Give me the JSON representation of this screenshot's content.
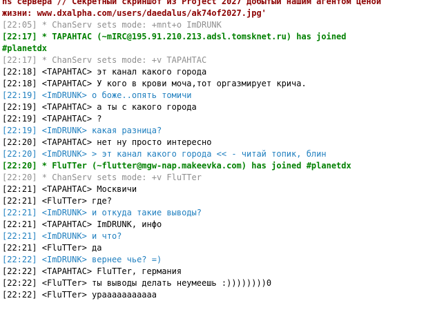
{
  "lines": [
    {
      "text": "ns сервера // Секретный скриншот из Project 2027 добытый нашим агентом ценой",
      "kind": "topic"
    },
    {
      "text": "жизни: www.dxalpha.com/users/daedalus/ak74of2027.jpg'",
      "kind": "topic"
    },
    {
      "text": "[22:05] * ChanServ sets mode: +mnt+o ImDRUNK",
      "kind": "mode"
    },
    {
      "text": "[22:17] * TAPAHTAC (~mIRC@195.91.210.213.adsl.tomsknet.ru) has joined",
      "kind": "join"
    },
    {
      "text": "#planetdx",
      "kind": "join"
    },
    {
      "text": "[22:17] * ChanServ sets mode: +v TAPAHTAC",
      "kind": "mode"
    },
    {
      "text": "[22:18] <TAPAHTAC> эт канал какого города",
      "kind": "normal"
    },
    {
      "text": "[22:18] <TAPAHTAC> У кого в крови моча,тот оргазмирует крича.",
      "kind": "normal"
    },
    {
      "text": "[22:19] <ImDRUNK> о боже..опять томичи",
      "kind": "blue"
    },
    {
      "text": "[22:19] <TAPAHTAC> а ты с какого города",
      "kind": "normal"
    },
    {
      "text": "[22:19] <TAPAHTAC> ?",
      "kind": "normal"
    },
    {
      "text": "[22:19] <ImDRUNK> какая разница?",
      "kind": "blue"
    },
    {
      "text": "[22:20] <TAPAHTAC> нет ну просто интересно",
      "kind": "normal"
    },
    {
      "text": "[22:20] <ImDRUNK> > эт канал какого города << - читай топик, блин",
      "kind": "blue"
    },
    {
      "text": "[22:20] * FluTTer (~flutter@mgw-nap.makeevka.com) has joined #planetdx",
      "kind": "join"
    },
    {
      "text": "[22:20] * ChanServ sets mode: +v FluTTer",
      "kind": "mode"
    },
    {
      "text": "[22:21] <TAPAHTAC> Москвичи",
      "kind": "normal"
    },
    {
      "text": "[22:21] <FluTTer> где?",
      "kind": "normal"
    },
    {
      "text": "[22:21] <ImDRUNK> и откуда такие выводы?",
      "kind": "blue"
    },
    {
      "text": "[22:21] <TAPAHTAC> ImDRUNK, инфо",
      "kind": "normal"
    },
    {
      "text": "[22:21] <ImDRUNK> и что?",
      "kind": "blue"
    },
    {
      "text": "[22:21] <FluTTer> да",
      "kind": "normal"
    },
    {
      "text": "[22:22] <ImDRUNK> вернее чье? =)",
      "kind": "blue"
    },
    {
      "text": "[22:22] <TAPAHTAC> FluTTer, германия",
      "kind": "normal"
    },
    {
      "text": "[22:22] <FluTTer> ты выводы делать неумеешь :))))))))0",
      "kind": "normal"
    },
    {
      "text": "[22:22] <FluTTer> урааааааааааа",
      "kind": "normal"
    }
  ],
  "colors": {
    "topic": "#8b0000",
    "normal": "#000000",
    "mode": "#8f8f8f",
    "join": "#008000",
    "blue": "#1f7fbf"
  }
}
